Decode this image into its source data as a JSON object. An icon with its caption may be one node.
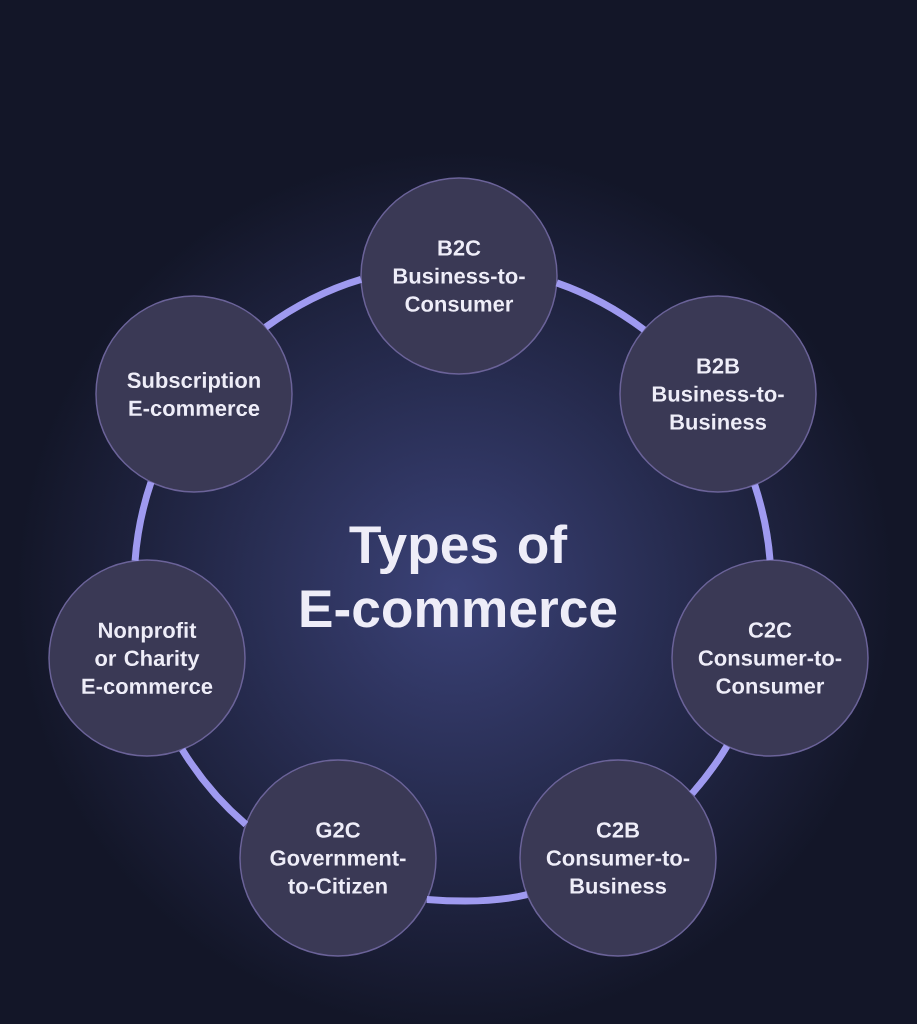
{
  "diagram": {
    "title": "Types of E-commerce",
    "nodes": [
      {
        "text": [
          "B2C",
          "Business-to-Consumer"
        ]
      },
      {
        "text": [
          "Subscription E-commerce"
        ]
      },
      {
        "text": [
          "B2B",
          "Business-to-Business"
        ]
      },
      {
        "text": [
          "Nonprofit or Charity E-commerce"
        ]
      },
      {
        "text": [
          "C2C",
          "Consumer-to-Consumer"
        ]
      },
      {
        "text": [
          "G2C",
          "Government-to-Citizen"
        ]
      },
      {
        "text": [
          "C2B",
          "Consumer-to-Business"
        ]
      }
    ],
    "edges": [
      {
        "from": 0,
        "to": 2,
        "arrow": "none"
      },
      {
        "from": 2,
        "to": 4,
        "arrow": "none"
      },
      {
        "from": 4,
        "to": 6,
        "arrow": "none"
      },
      {
        "from": 6,
        "to": 5,
        "arrow": "none"
      },
      {
        "from": 5,
        "to": 3,
        "arrow": "none"
      },
      {
        "from": 3,
        "to": 1,
        "arrow": "none"
      },
      {
        "from": 1,
        "to": 0,
        "arrow": "none"
      }
    ]
  }
}
